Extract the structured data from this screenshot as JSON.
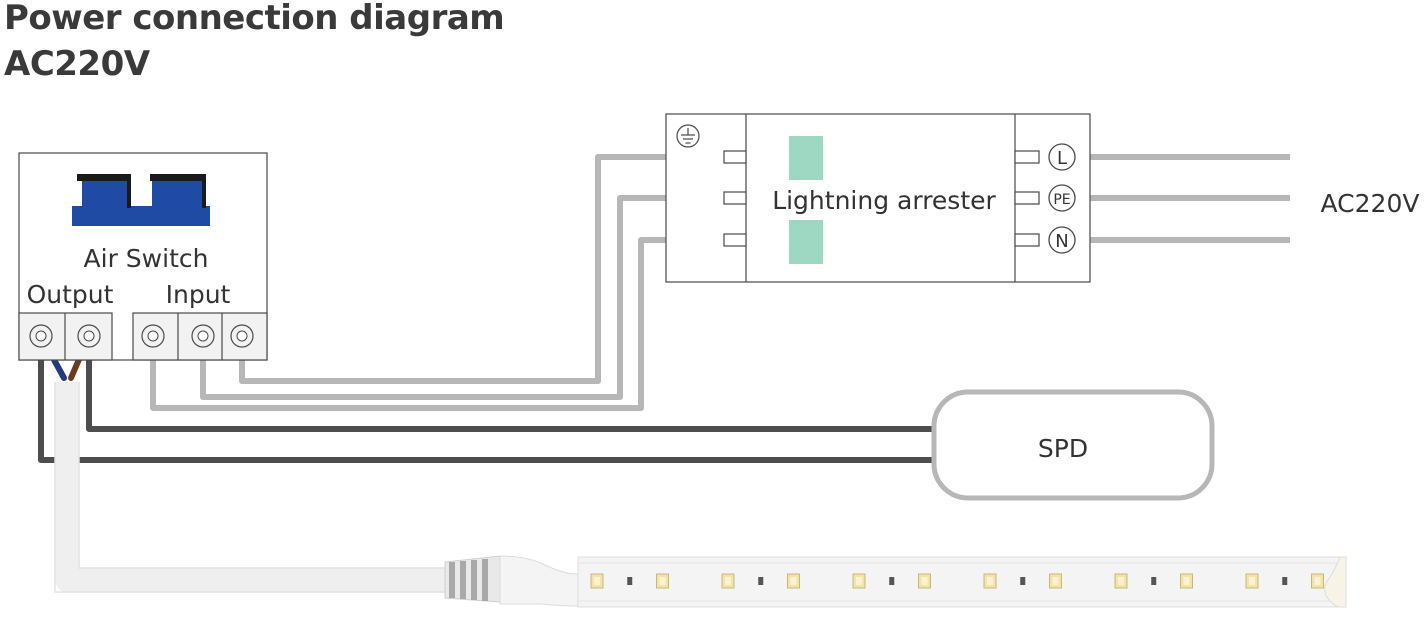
{
  "title_line1": "Power connection diagram",
  "title_line2": "AC220V",
  "air_switch": {
    "label": "Air Switch",
    "output_label": "Output",
    "input_label": "Input"
  },
  "arrester": {
    "label": "Lightning arrester",
    "terminals": [
      "L",
      "PE",
      "N"
    ]
  },
  "supply_label": "AC220V",
  "spd_label": "SPD",
  "colors": {
    "breaker_blue": "#1f4ba5",
    "arrester_green": "#9fd8c2",
    "neutral_wire_blue": "#243a7a",
    "live_wire_brown": "#6b3a1f",
    "grey_wire": "#b7b7b7",
    "dark_wire": "#4d4d4d",
    "led_chip": "#f2e3a8"
  }
}
